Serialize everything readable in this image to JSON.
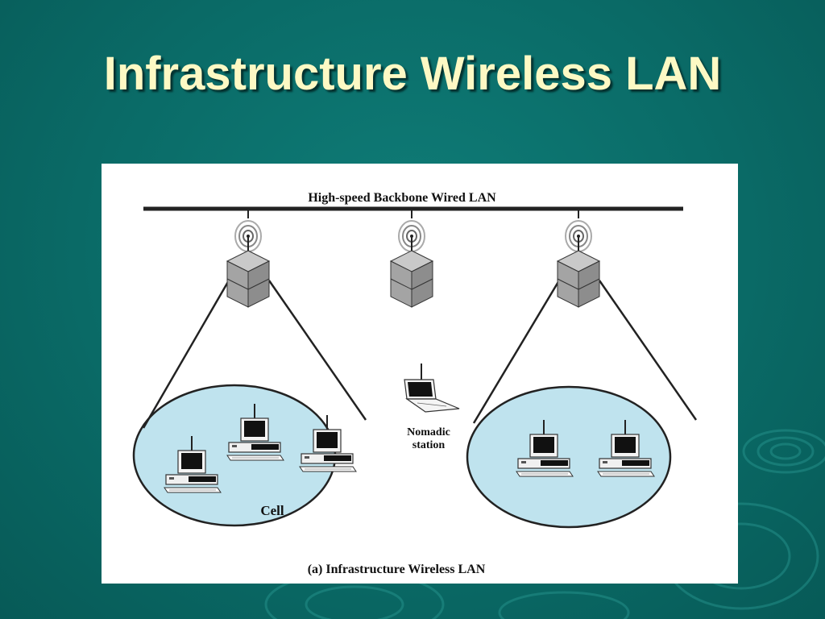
{
  "slide": {
    "title": "Infrastructure Wireless LAN"
  },
  "diagram": {
    "backbone_label": "High-speed Backbone Wired LAN",
    "cell_label": "Cell",
    "nomadic_label_line1": "Nomadic",
    "nomadic_label_line2": "station",
    "caption": "(a) Infrastructure Wireless LAN"
  },
  "colors": {
    "background": "#0a6b67",
    "title": "#fdf9c4",
    "cell_fill": "#bfe3ee",
    "access_point": "#9a9a9a"
  }
}
